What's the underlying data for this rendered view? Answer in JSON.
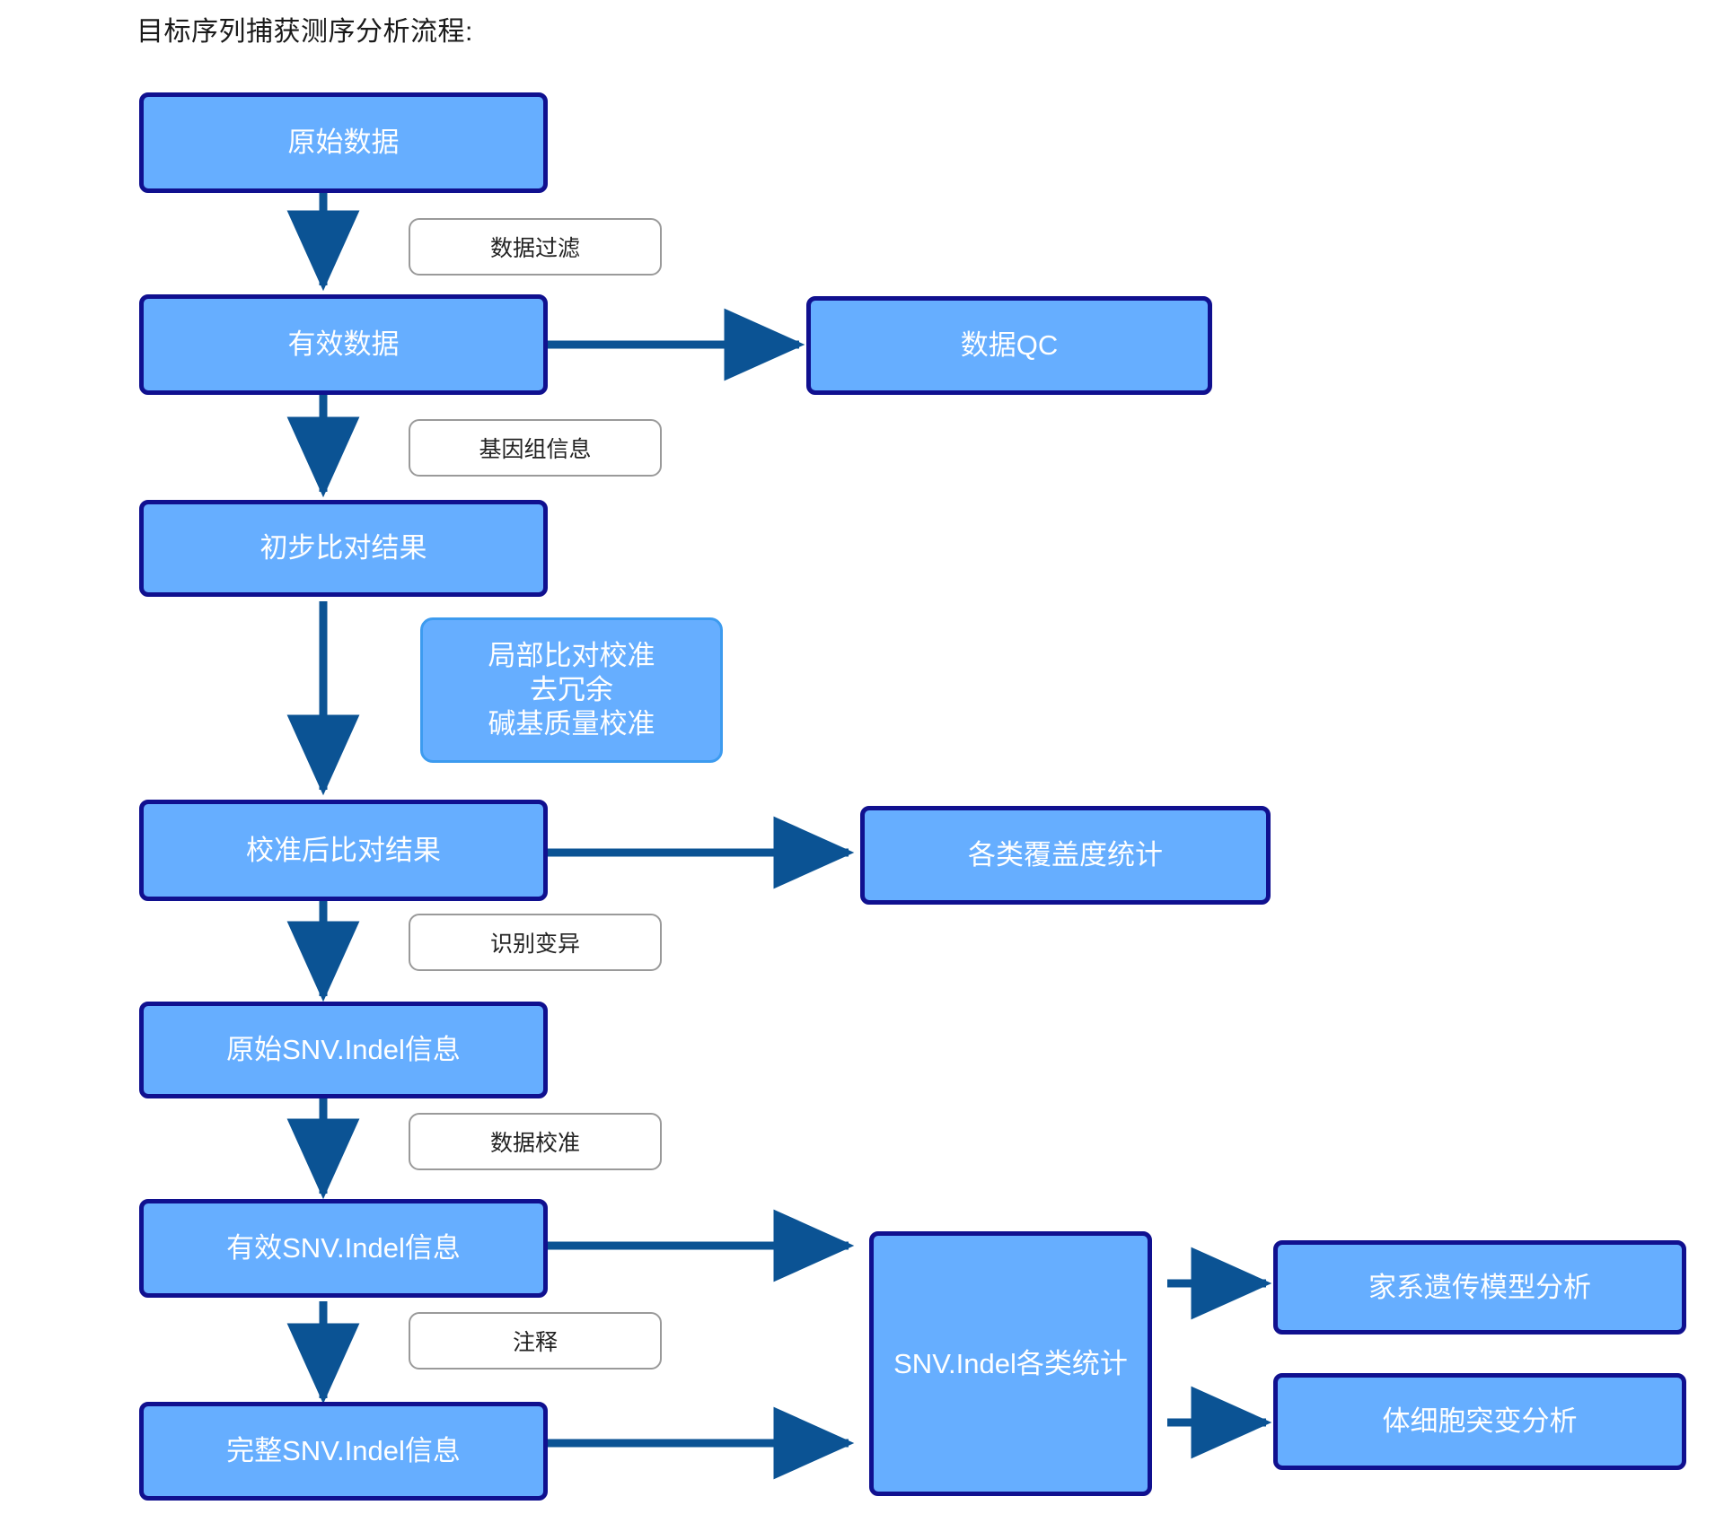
{
  "title": "目标序列捕获测序分析流程:",
  "colors": {
    "node_fill": "#66AEFF",
    "node_border": "#10108F",
    "soft_node_border": "#3D9BEF",
    "arrow": "#0B5394",
    "chip_border": "#9A9A9A",
    "node_text": "#FFFFFF",
    "chip_text": "#222222",
    "background": "#FFFFFF"
  },
  "pipeline": {
    "nodes": [
      {
        "id": "raw-data",
        "label": "原始数据"
      },
      {
        "id": "valid-data",
        "label": "有效数据"
      },
      {
        "id": "initial-align",
        "label": "初步比对结果"
      },
      {
        "id": "calibrated-align",
        "label": "校准后比对结果"
      },
      {
        "id": "raw-snv-indel",
        "label": "原始SNV.Indel信息"
      },
      {
        "id": "valid-snv-indel",
        "label": "有效SNV.Indel信息"
      },
      {
        "id": "full-snv-indel",
        "label": "完整SNV.Indel信息"
      }
    ],
    "step_labels": [
      {
        "id": "data-filter",
        "label": "数据过滤"
      },
      {
        "id": "genome-info",
        "label": "基因组信息"
      },
      {
        "id": "call-variants",
        "label": "识别变异"
      },
      {
        "id": "data-calibrate",
        "label": "数据校准"
      },
      {
        "id": "annotate",
        "label": "注释"
      }
    ],
    "process_note": {
      "id": "alignment-processing",
      "lines": [
        "局部比对校准",
        "去冗余",
        "碱基质量校准"
      ]
    },
    "branches": [
      {
        "id": "data-qc",
        "label": "数据QC"
      },
      {
        "id": "coverage-stats",
        "label": "各类覆盖度统计"
      },
      {
        "id": "snv-indel-stats",
        "label": "SNV.Indel各类统计"
      },
      {
        "id": "pedigree-model",
        "label": "家系遗传模型分析"
      },
      {
        "id": "somatic-mutation",
        "label": "体细胞突变分析"
      }
    ]
  }
}
